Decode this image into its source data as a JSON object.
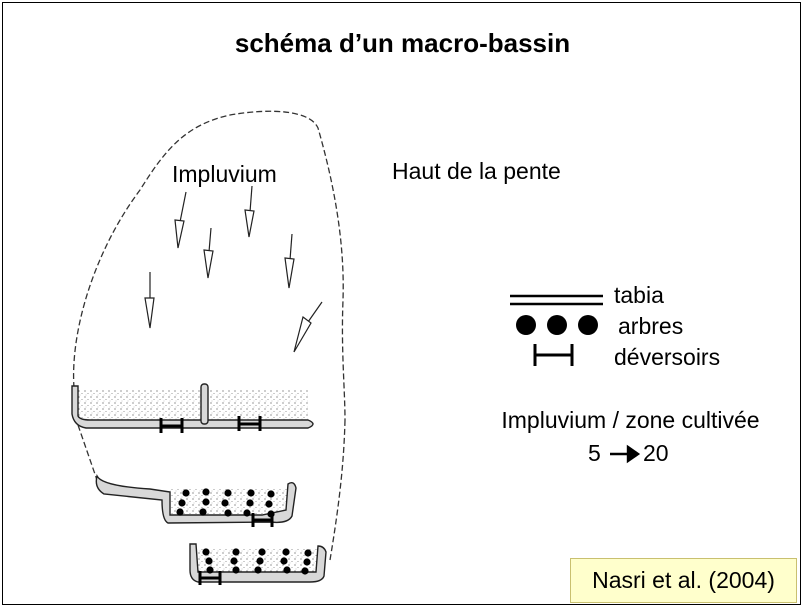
{
  "title": "schéma d’un macro-bassin",
  "labels": {
    "impluvium": "Impluvium",
    "top_of_slope": "Haut de la pente"
  },
  "legend": [
    {
      "symbol": "double-line",
      "label": "tabia"
    },
    {
      "symbol": "three-dots",
      "label": "arbres"
    },
    {
      "symbol": "h-bar",
      "label": "déversoirs"
    }
  ],
  "ratio": {
    "caption": "Impluvium / zone cultivée",
    "from": "5",
    "to": "20"
  },
  "source": "Nasri et al. (2004)"
}
